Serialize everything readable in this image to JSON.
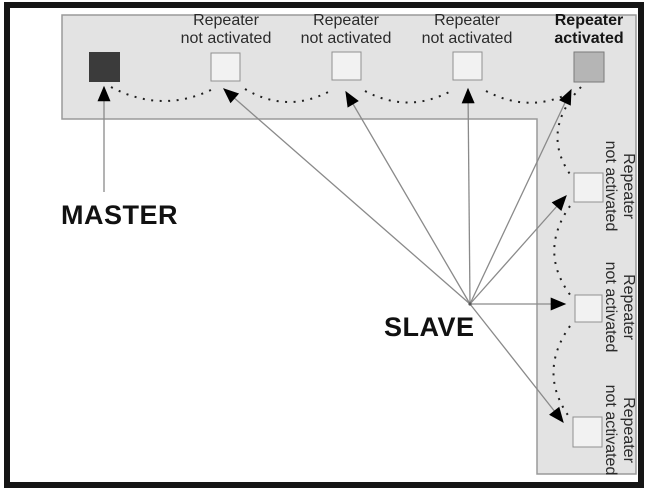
{
  "diagram": {
    "master": {
      "label": "MASTER"
    },
    "slave": {
      "label": "SLAVE"
    },
    "top_repeaters": [
      {
        "line1": "Repeater",
        "line2": "not activated",
        "state": "not activated"
      },
      {
        "line1": "Repeater",
        "line2": "not activated",
        "state": "not activated"
      },
      {
        "line1": "Repeater",
        "line2": "not activated",
        "state": "not activated"
      },
      {
        "line1": "Repeater",
        "line2": "activated",
        "state": "activated"
      }
    ],
    "right_repeaters": [
      {
        "line1": "Repeater",
        "line2": "not activated",
        "state": "not activated"
      },
      {
        "line1": "Repeater",
        "line2": "not activated",
        "state": "not activated"
      },
      {
        "line1": "Repeater",
        "line2": "not activated",
        "state": "not activated"
      }
    ],
    "colors": {
      "panel": "#e3e3e3",
      "panel_border": "#9a9a9a",
      "master_square": "#3b3b3b",
      "inactive_square": "#f2f2f2",
      "inactive_square_border": "#909090",
      "active_square": "#b5b5b5",
      "active_square_border": "#7a7a7a",
      "arrow_line": "#8a8a8a",
      "arrowhead": "#000000",
      "dots": "#1f1f1f",
      "frame": "#151515",
      "label_text": "#2b2b2b",
      "big_label": "#111111",
      "page_bg": "#ffffff"
    }
  }
}
